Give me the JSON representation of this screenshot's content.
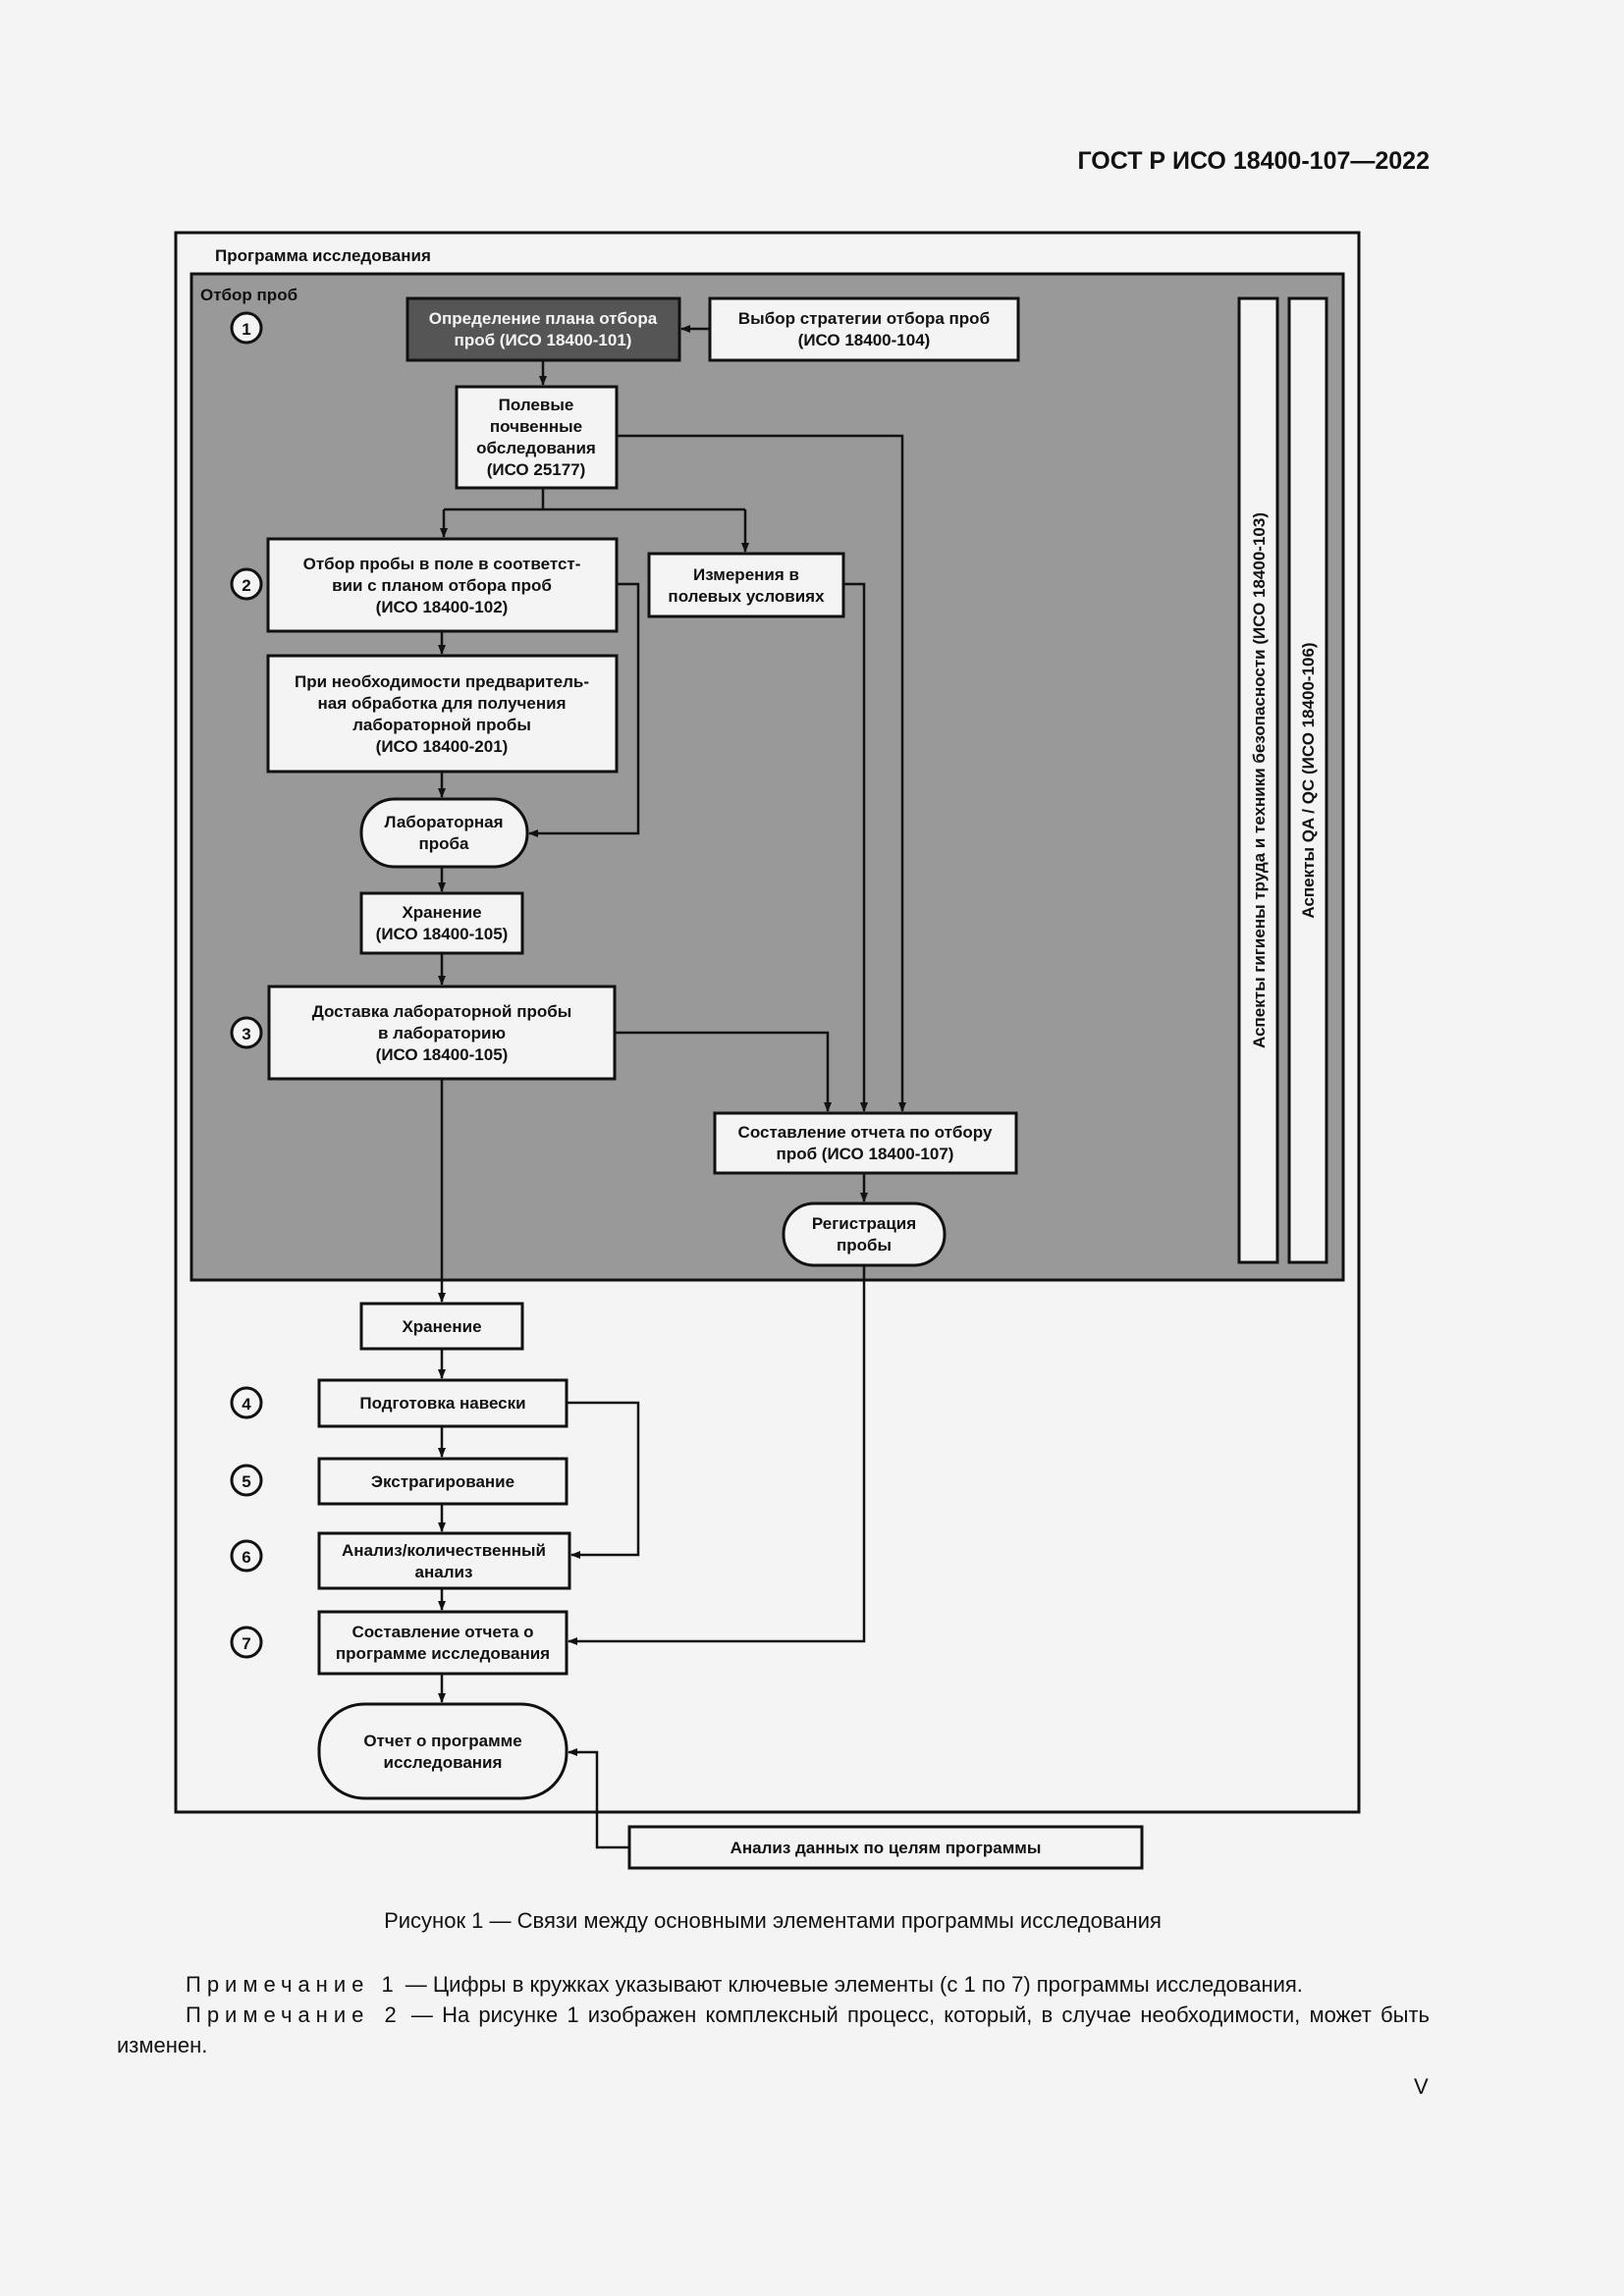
{
  "header": {
    "code": "ГОСТ Р ИСО 18400-107—2022"
  },
  "figure": {
    "program_title": "Программа исследования",
    "sampling_title": "Отбор проб",
    "steps": [
      "1",
      "2",
      "3",
      "4",
      "5",
      "6",
      "7"
    ],
    "nodes": {
      "plan": [
        "Определение плана отбора",
        "проб (ИСО 18400-101)"
      ],
      "strategy": [
        "Выбор стратегии отбора проб",
        "(ИСО 18400-104)"
      ],
      "field_survey": [
        "Полевые",
        "почвенные",
        "обследования",
        "(ИСО 25177)"
      ],
      "field_sampling": [
        "Отбор пробы в поле в соответст-",
        "вии с планом отбора проб",
        "(ИСО 18400-102)"
      ],
      "field_measure": [
        "Измерения в",
        "полевых условиях"
      ],
      "pretreatment": [
        "При необходимости предваритель-",
        "ная обработка для получения",
        "лабораторной пробы",
        "(ИСО 18400-201)"
      ],
      "lab_sample": [
        "Лабораторная",
        "проба"
      ],
      "storage1": [
        "Хранение",
        "(ИСО 18400-105)"
      ],
      "delivery": [
        "Доставка лабораторной пробы",
        "в лабораторию",
        "(ИСО 18400-105)"
      ],
      "report_sampling": [
        "Составление отчета по отбору",
        "проб (ИСО 18400-107)"
      ],
      "registration": [
        "Регистрация",
        "пробы"
      ],
      "storage2": [
        "Хранение"
      ],
      "weighing": [
        "Подготовка навески"
      ],
      "extraction": [
        "Экстрагирование"
      ],
      "analysis": [
        "Анализ/количественный",
        "анализ"
      ],
      "report_program": [
        "Составление отчета о",
        "программе исследования"
      ],
      "report_final": [
        "Отчет о программе",
        "исследования"
      ],
      "data_analysis": [
        "Анализ данных по целям программы"
      ]
    },
    "side_safety": "Аспекты гигиены труда и техники безопасности (ИСО 18400-103)",
    "side_qa": "Аспекты QA / QC (ИСО 18400-106)",
    "colors": {
      "panel": "#999999",
      "dark_box": "#555555",
      "box": "#f4f4f4"
    }
  },
  "caption": "Рисунок 1 — Связи между основными элементами программы исследования",
  "notes": [
    {
      "label": "Примечание 1",
      "text": " — Цифры в кружках указывают ключевые элементы (с 1 по 7) программы исследования."
    },
    {
      "label": "Примечание 2",
      "text": " — На рисунке 1 изображен комплексный процесс, который, в случае необходимости, может быть изменен."
    }
  ],
  "page_number": "V"
}
